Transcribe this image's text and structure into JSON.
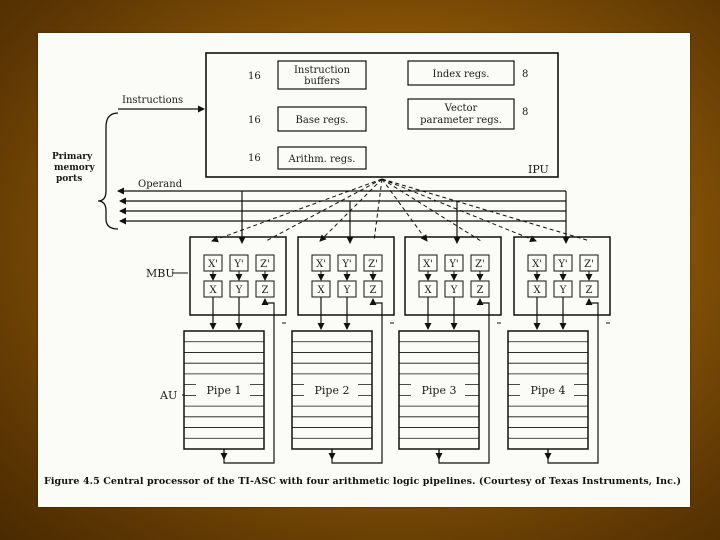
{
  "diagram": {
    "ipu": {
      "label": "IPU",
      "boxes": [
        {
          "count": "16",
          "label_lines": [
            "Instruction",
            "buffers"
          ]
        },
        {
          "count": "16",
          "label_lines": [
            "Base regs."
          ]
        },
        {
          "count": "16",
          "label_lines": [
            "Arithm. regs."
          ]
        },
        {
          "count": "8",
          "label_lines": [
            "Index regs."
          ]
        },
        {
          "count": "8",
          "label_lines": [
            "Vector",
            "parameter regs."
          ]
        }
      ]
    },
    "left_labels": {
      "instructions": "Instructions",
      "operand": "Operand",
      "primary_memory_ports": [
        "Primary",
        "memory",
        "ports"
      ],
      "mbu": "MBU",
      "au": "AU"
    },
    "mbu_registers": {
      "top_row": [
        "X'",
        "Y'",
        "Z'"
      ],
      "bottom_row": [
        "X",
        "Y",
        "Z"
      ]
    },
    "pipes": [
      "Pipe 1",
      "Pipe 2",
      "Pipe 3",
      "Pipe 4"
    ],
    "caption": {
      "figure": "Figure 4.5",
      "text": "Central processor of the TI-ASC with four arithmetic logic pipelines. (Courtesy of Texas Instruments, Inc.)"
    }
  }
}
